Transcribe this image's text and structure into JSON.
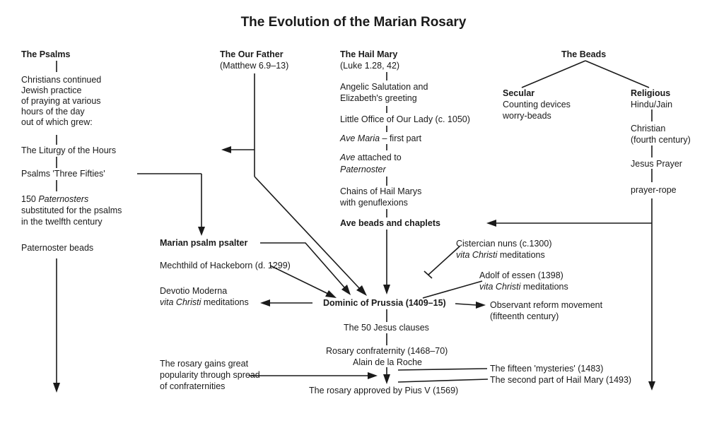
{
  "title": "The Evolution of the Marian Rosary",
  "psalms": {
    "heading": "The Psalms",
    "practice": [
      "Christians continued",
      "Jewish practice",
      "of praying at various",
      "hours of the day",
      "out of which grew:"
    ],
    "liturgy": "The Liturgy of the Hours",
    "three_fifties": "Psalms 'Three Fifties'",
    "paternosters_num": "150 ",
    "paternosters_word": "Paternosters",
    "substituted": [
      "substituted for the psalms",
      "in the twelfth century"
    ],
    "beads": "Paternoster beads"
  },
  "our_father": {
    "heading": "The Our Father",
    "ref": "(Matthew 6.9–13)"
  },
  "hail_mary": {
    "heading": "The Hail Mary",
    "ref": "(Luke 1.28, 42)",
    "angelic": [
      "Angelic Salutation and",
      "Elizabeth's greeting"
    ],
    "little_office": "Little Office of Our Lady (c. 1050)",
    "ave_maria": "Ave Maria",
    "ave_maria_rest": " – first part",
    "ave": "Ave",
    "attached": " attached to",
    "paternoster": "Paternoster",
    "chains": [
      "Chains of Hail Marys",
      "with genuflexions"
    ],
    "ave_beads": "Ave beads and chaplets"
  },
  "beads": {
    "heading": "The Beads",
    "secular": {
      "heading": "Secular",
      "lines": [
        "Counting devices",
        "worry-beads"
      ]
    },
    "religious": {
      "heading": "Religious",
      "hindu": "Hindu/Jain",
      "christian": [
        "Christian",
        "(fourth century)"
      ],
      "jesus_prayer": "Jesus Prayer",
      "rope": "prayer-rope"
    }
  },
  "marian_psalter": "Marian psalm psalter",
  "mechthild": "Mechthild of Hackeborn (d. 1299)",
  "devotio": {
    "line1": "Devotio Moderna",
    "vita": "vita Christi",
    "rest": " meditations"
  },
  "cistercian": {
    "line1": "Cistercian nuns (c.1300)",
    "vita": "vita Christi",
    "rest": " meditations"
  },
  "adolf": {
    "line1": "Adolf of essen (1398)",
    "vita": "vita Christi",
    "rest": " meditations"
  },
  "dominic": "Dominic of Prussia (1409–15)",
  "observant": [
    "Observant reform movement",
    "(fifteenth century)"
  ],
  "jesus_clauses": "The 50 Jesus clauses",
  "confraternity": [
    "Rosary confraternity (1468–70)",
    "Alain de la Roche"
  ],
  "popularity": [
    "The rosary gains great",
    "popularity through spread",
    "of confraternities"
  ],
  "mysteries": "The fifteen 'mysteries' (1483)",
  "second_part": "The second part of Hail Mary (1493)",
  "approved": "The rosary approved by Pius V (1569)"
}
